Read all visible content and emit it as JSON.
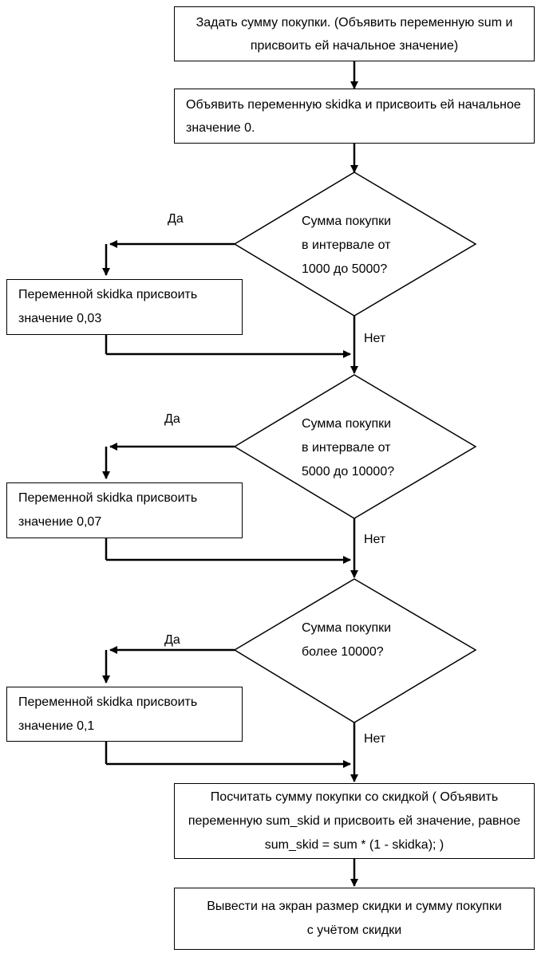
{
  "steps": {
    "set_sum": "Задать сумму покупки. (Объявить переменную sum и присвоить ей начальное значение)",
    "declare_skidka": "Объявить переменную skidka и присвоить ей начальное значение 0."
  },
  "decisions": [
    {
      "text": [
        "Сумма покупки",
        "в интервале от",
        "1000 до 5000?"
      ],
      "yes": "Да",
      "no": "Нет",
      "action": [
        "Переменной skidka присвоить",
        "значение 0,03"
      ]
    },
    {
      "text": [
        "Сумма покупки",
        "в интервале от",
        "5000 до 10000?"
      ],
      "yes": "Да",
      "no": "Нет",
      "action": [
        "Переменной skidka присвоить",
        "значение 0,07"
      ]
    },
    {
      "text": [
        "Сумма покупки",
        "более 10000?"
      ],
      "yes": "Да",
      "no": "Нет",
      "action": [
        "Переменной skidka присвоить",
        "значение 0,1"
      ]
    }
  ],
  "compute": "Посчитать сумму покупки со скидкой ( Объявить переменную sum_skid и присвоить ей значение, равное sum_skid = sum * (1 - skidka); )",
  "output": "Вывести на экран размер скидки и сумму покупки с учётом скидки"
}
